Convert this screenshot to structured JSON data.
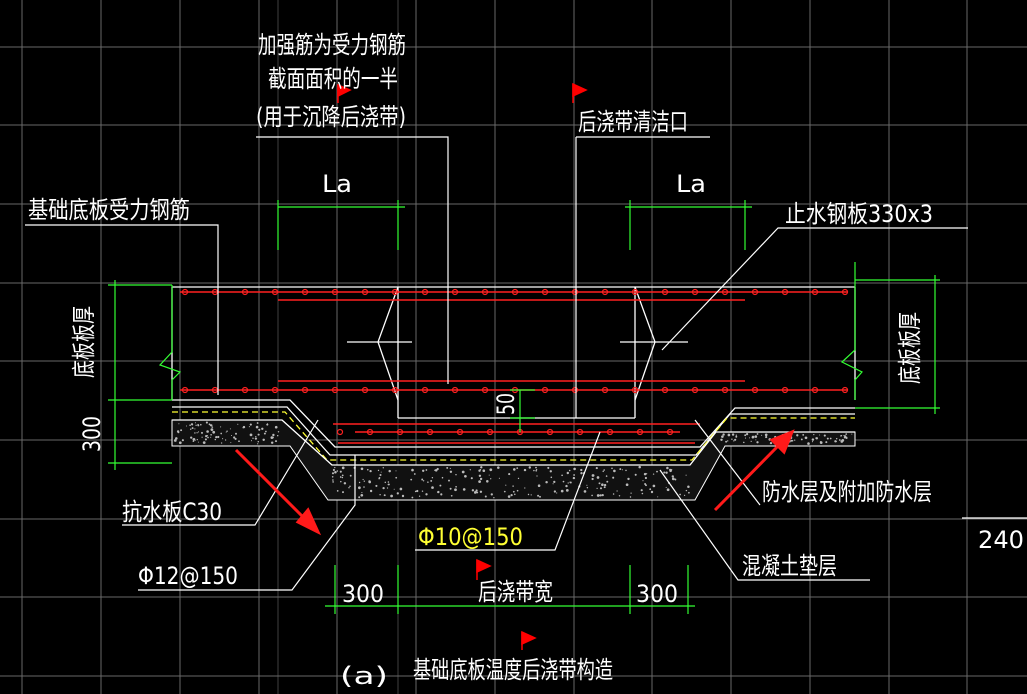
{
  "labels": {
    "reinforce_line1": "加强筋为受力钢筋",
    "reinforce_line2": "截面面积的一半",
    "reinforce_line3": "(用于沉降后浇带)",
    "cleanout": "后浇带清洁口",
    "base_rebar": "基础底板受力钢筋",
    "water_stop": "止水钢板330x3",
    "slab_thickness_left": "底板板厚",
    "slab_thickness_right": "底板板厚",
    "anti_water_slab": "抗水板C30",
    "rebar_left": "Φ12@150",
    "rebar_center": "Φ10@150",
    "waterproof": "防水层及附加防水层",
    "concrete_cushion": "混凝土垫层",
    "band_width": "后浇带宽",
    "figure_index": "(a)",
    "figure_title": "基础底板温度后浇带构造"
  },
  "dims": {
    "la_left": "La",
    "la_right": "La",
    "d300_vertical": "300",
    "d50": "50",
    "d300_left": "300",
    "d300_right": "300",
    "d240": "240"
  },
  "colors": {
    "background": "#000000",
    "grid": "#8c8c8c",
    "outline": "#ffffff",
    "rebar": "#ff2020",
    "dimension": "#33ff33",
    "highlight_text": "#ffff33",
    "marker": "#ff0000"
  }
}
